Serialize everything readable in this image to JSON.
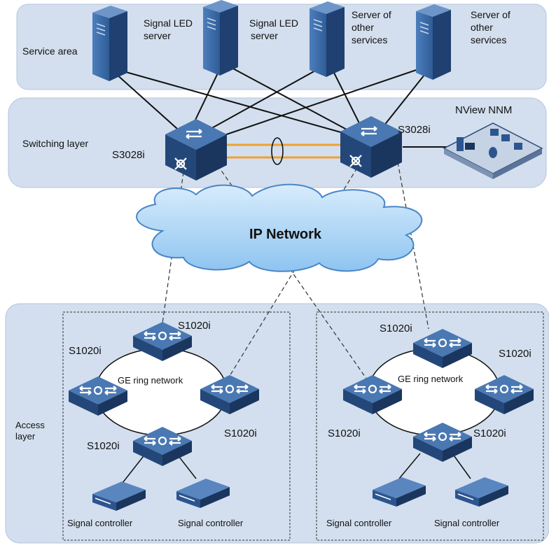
{
  "service_area": {
    "label": "Service area",
    "servers": [
      {
        "line1": "Signal LED",
        "line2": "server"
      },
      {
        "line1": "Signal LED",
        "line2": "server"
      },
      {
        "line1": "Server of",
        "line2": "other",
        "line3": "services"
      },
      {
        "line1": "Server of",
        "line2": "other",
        "line3": "services"
      }
    ]
  },
  "switching_layer": {
    "label": "Switching layer",
    "left_switch": "S3028i",
    "right_switch": "S3028i",
    "nms_label": "NView NNM"
  },
  "network": {
    "cloud_label": "IP Network"
  },
  "access_layer": {
    "label_line1": "Access",
    "label_line2": "layer",
    "left_ring": {
      "ring_label": "GE ring network",
      "top_switch": "S1020i",
      "left_switch": "S1020i",
      "right_switch": "S1020i",
      "bottom_switch": "S1020i",
      "controllers": [
        "Signal controller",
        "Signal controller"
      ]
    },
    "right_ring": {
      "ring_label": "GE ring network",
      "top_switch": "S1020i",
      "left_switch": "S1020i",
      "right_switch": "S1020i",
      "bottom_switch": "S1020i",
      "controllers": [
        "Signal controller",
        "Signal controller"
      ]
    }
  },
  "colors": {
    "band": "#d3dfee",
    "band_border": "#b5c6dc",
    "device_top": "#3e6fa8",
    "device_side": "#1f3f6c",
    "server_front": "#3a69a6",
    "server_side": "#1c3a66",
    "cloud_fill": "#a9d3f5",
    "cloud_stroke": "#4a86c8",
    "lag_link": "#f0a030"
  }
}
